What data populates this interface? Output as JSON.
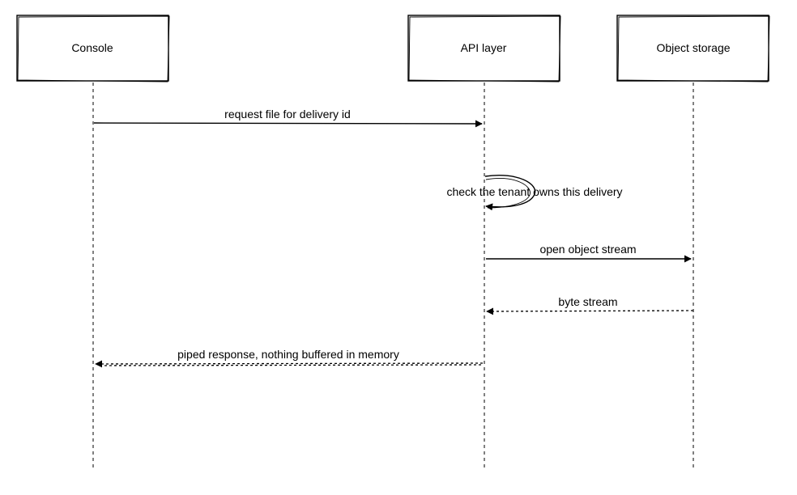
{
  "diagram": {
    "type": "sequence",
    "participants": [
      {
        "id": "console",
        "label": "Console"
      },
      {
        "id": "api",
        "label": "API layer"
      },
      {
        "id": "storage",
        "label": "Object storage"
      }
    ],
    "messages": [
      {
        "from": "console",
        "to": "api",
        "label": "request file for delivery id",
        "style": "solid"
      },
      {
        "from": "api",
        "to": "api",
        "label": "check the tenant owns this delivery",
        "style": "solid"
      },
      {
        "from": "api",
        "to": "storage",
        "label": "open object stream",
        "style": "solid"
      },
      {
        "from": "storage",
        "to": "api",
        "label": "byte stream",
        "style": "dashed"
      },
      {
        "from": "api",
        "to": "console",
        "label": "piped response, nothing buffered in memory",
        "style": "dashed"
      }
    ]
  }
}
